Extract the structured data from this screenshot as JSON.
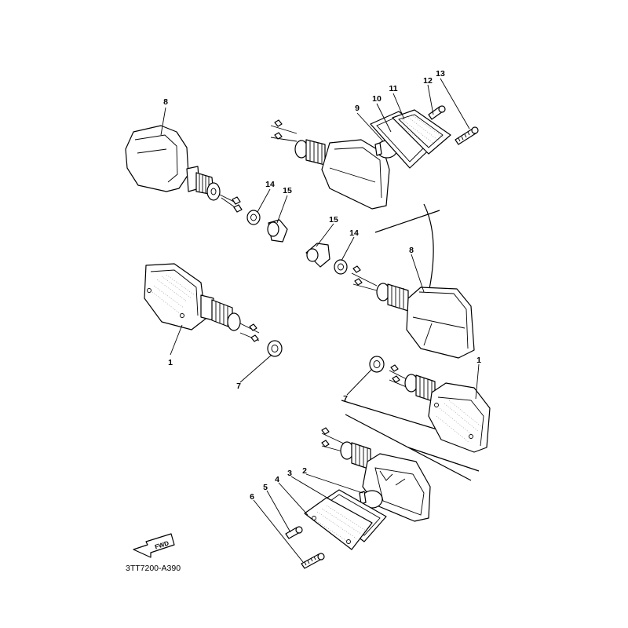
{
  "diagram": {
    "drawing_code": "3TT7200-A390",
    "fwd_label": "FWD",
    "callouts": [
      "1",
      "1",
      "2",
      "3",
      "4",
      "5",
      "6",
      "7",
      "7",
      "8",
      "8",
      "9",
      "10",
      "11",
      "12",
      "13",
      "14",
      "14",
      "15",
      "15"
    ]
  }
}
